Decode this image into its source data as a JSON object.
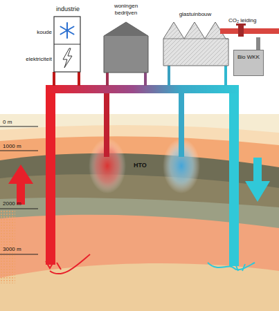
{
  "diagram": {
    "nodes": [
      {
        "text": [
          "industrie",
          "koude",
          "elektriciteit"
        ]
      },
      {
        "text": [
          "woningen bedrijven"
        ]
      },
      {
        "text": [
          "glastuinbouw"
        ]
      },
      {
        "text": [
          "Bio WKK"
        ]
      }
    ],
    "labels": [
      "CO₂ leiding",
      "HTO",
      "0 m",
      "1000 m",
      "2000 m",
      "3000 m"
    ]
  }
}
